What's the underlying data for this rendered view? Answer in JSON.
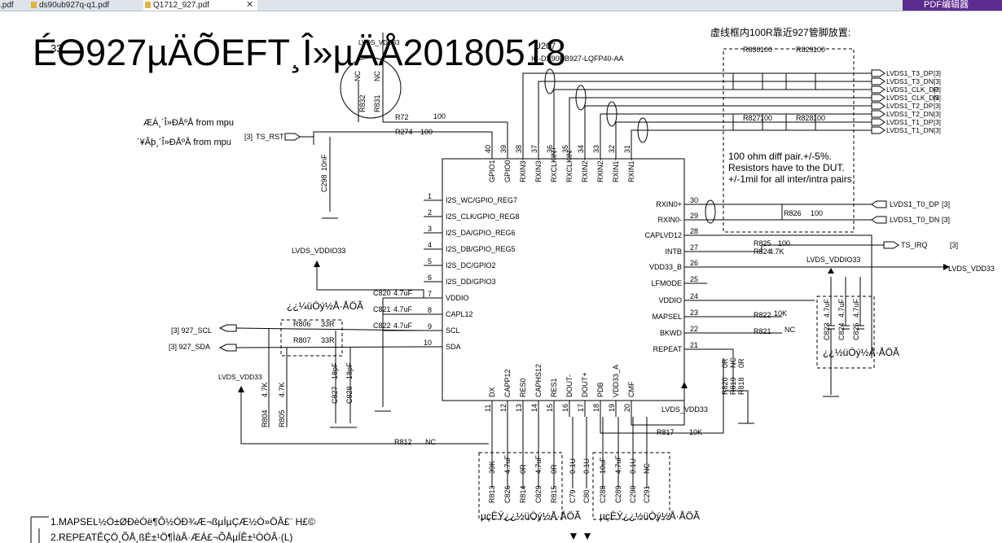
{
  "tabs": [
    {
      "label": ".pdf",
      "active": false
    },
    {
      "label": "ds90ub927q-q1.pdf",
      "active": false
    },
    {
      "label": "Q1712_927.pdf",
      "active": true
    }
  ],
  "editor_button": "PDF编辑器",
  "title": "Éϴ927µÄÕEFT¸Î»µÄÅ20180518",
  "title_prefix_small": "33",
  "chip": {
    "ref": "U207",
    "part": "IC-DS90UB927-LQFP40-AA"
  },
  "note_cn": "虚线框内100R靠近927管脚放置:",
  "note_diff": [
    "100 ohm diff pair.+/-5%.",
    "Resistors have to the DUT.",
    "+/-1mil for all inter/intra pairs"
  ],
  "left_pins": [
    {
      "n": "1",
      "name": "I2S_WC/GPIO_REG7"
    },
    {
      "n": "2",
      "name": "I2S_CLK/GPIO_REG8"
    },
    {
      "n": "3",
      "name": "I2S_DA/GPIO_REG6"
    },
    {
      "n": "4",
      "name": "I2S_DB/GPIO_REG5"
    },
    {
      "n": "5",
      "name": "I2S_DC/GPIO2"
    },
    {
      "n": "6",
      "name": "I2S_DD/GPIO3"
    },
    {
      "n": "7",
      "name": "VDDIO"
    },
    {
      "n": "8",
      "name": "CAPL12"
    },
    {
      "n": "9",
      "name": "SCL"
    },
    {
      "n": "10",
      "name": "SDA"
    }
  ],
  "right_pins": [
    {
      "n": "30",
      "name": "RXIN0+"
    },
    {
      "n": "29",
      "name": "RXIN0-"
    },
    {
      "n": "28",
      "name": "CAPLVD12"
    },
    {
      "n": "27",
      "name": "INTB"
    },
    {
      "n": "26",
      "name": "VDD33_B"
    },
    {
      "n": "25",
      "name": "LFMODE"
    },
    {
      "n": "24",
      "name": "VDDIO"
    },
    {
      "n": "23",
      "name": "MAPSEL"
    },
    {
      "n": "22",
      "name": "BKWD"
    },
    {
      "n": "21",
      "name": "REPEAT"
    }
  ],
  "top_pins": [
    {
      "n": "40",
      "name": "GPIO1"
    },
    {
      "n": "39",
      "name": "GPIO0"
    },
    {
      "n": "38",
      "name": "RXIN3+"
    },
    {
      "n": "37",
      "name": "RXIN3-"
    },
    {
      "n": "36",
      "name": "RXCLKIN+"
    },
    {
      "n": "35",
      "name": "RXCLKIN-"
    },
    {
      "n": "34",
      "name": "RXIN2+"
    },
    {
      "n": "33",
      "name": "RXIN2-"
    },
    {
      "n": "32",
      "name": "RXIN1+"
    },
    {
      "n": "31",
      "name": "RXIN1-"
    }
  ],
  "bottom_pins": [
    {
      "n": "11",
      "name": "DX"
    },
    {
      "n": "12",
      "name": "CAPP12"
    },
    {
      "n": "13",
      "name": "RES0"
    },
    {
      "n": "14",
      "name": "CAPHS12"
    },
    {
      "n": "15",
      "name": "RES1"
    },
    {
      "n": "16",
      "name": "DOUT-"
    },
    {
      "n": "17",
      "name": "DOUT+"
    },
    {
      "n": "18",
      "name": "PDB"
    },
    {
      "n": "19",
      "name": "VDD33_A"
    },
    {
      "n": "20",
      "name": "CMF"
    }
  ],
  "lvds_nets": [
    "LVDS1_T3_DP",
    "LVDS1_T3_DN",
    "LVDS1_CLK_DP",
    "LVDS1_CLK_DN",
    "LVDS1_T2_DP",
    "LVDS1_T2_DN",
    "LVDS1_T1_DP",
    "LVDS1_T1_DN"
  ],
  "net_ref": "[3]",
  "lvds_t0": [
    "LVDS1_T0_DP",
    "LVDS1_T0_DN"
  ],
  "nets": {
    "vdd33": "LVDS_VDD33",
    "vddio33": "LVDS_VDDIO33",
    "ts_irq": "TS_IRQ",
    "ts_rst": "TS_RST",
    "scl": "927_SCL",
    "sda": "927_SDA",
    "from_mpu_1": "ÆÁ¸´Î»ÐÅºÅ from mpu",
    "from_mpu_2": "´¥Ãþ¸´Î»ÐÅºÅ from mpu"
  },
  "res": {
    "R830": "R830",
    "R830v": "100",
    "R829": "R829",
    "R829v": "100",
    "R827": "R827",
    "R827v": "100",
    "R828": "R828",
    "R828v": "100",
    "R826": "R826",
    "R826v": "100",
    "R825": "R825",
    "R825v": "100",
    "R824": "R824",
    "R824v": "4.7K",
    "R822": "R822",
    "R822v": "10K",
    "R821": "R821",
    "R821v": "NC",
    "R72": "R72",
    "R72v": "100",
    "R274": "R274",
    "R274v": "100",
    "R806": "R806",
    "R806v": "33R",
    "R807": "R807",
    "R807v": "33R",
    "R812": "R812",
    "R812v": "NC",
    "R817": "R817",
    "R817v": "10K",
    "R804": "R804",
    "R804v": "4.7K",
    "R805": "R805",
    "R805v": "4.7K",
    "R832": "R832",
    "R831": "R831",
    "nc": "NC",
    "R820": "R820",
    "R820v": "0R",
    "R819": "R819",
    "R819v": "NC",
    "R818": "R818",
    "R818v": "0R",
    "R813": "R813",
    "R813v": "39K",
    "R814": "R814",
    "R814v": "0R",
    "R815": "R815",
    "R815v": "0R"
  },
  "caps": {
    "C298": "C298",
    "C298v": "10nF",
    "C820": "C820",
    "C820v": "4.7uF",
    "C821": "C821",
    "C821v": "4.7uF",
    "C822": "C822",
    "C822v": "4.7uF",
    "C827": "C827",
    "C827v": "18pF",
    "C828": "C828",
    "C828v": "18pF",
    "C823": "C823",
    "C823v": "4.7uF",
    "C824": "C824",
    "C824v": "4.7uF",
    "C825": "C825",
    "C825v": "4.7uF",
    "C826": "C826",
    "C826v": "4.7uF",
    "C829": "C829",
    "C829v": "4.7uF",
    "C79": "C79",
    "C79v": "0.1U",
    "C80": "C80",
    "C80v": "0.1U",
    "C288": "C288",
    "C288v": "10uF",
    "C289": "C289",
    "C289v": "4.7uF",
    "C290": "C290",
    "C290v": "0.1U",
    "C291": "C291",
    "C291v": "NC"
  },
  "garbled": {
    "near_caps": "¿¿¼üÒý½Å·ÅÖÃ",
    "right_caps": "¿¿½üÒý½Å·ÅÖÃ",
    "bottom1": "µçÈÝ¿¿½üÒý½Å·ÅÖÃ",
    "bottom2": "µçÈÝ¿¿½üÒý½Å·ÅÖÃ"
  },
  "notes": [
    "1.MAPSEL½Ó±ØÐèÓë¶Ô½ÓÐ¾Æ¬ßµÍµÇÆ½Ò»ÖÂ£¨ H£©",
    "2.REPEATÊÇÖ¸ÕÅ¸ßÉ±¹Ö¶ÌàÂ·ÆÁ£¬ÕÅµÍÊ±¹ÒÒÂ·(L)"
  ]
}
